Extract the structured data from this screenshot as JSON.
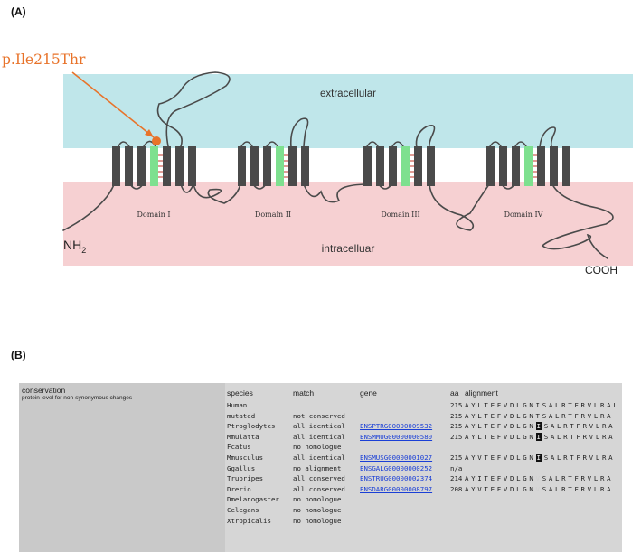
{
  "panels": {
    "a_label": "(A)",
    "b_label": "(B)"
  },
  "diagram": {
    "mutation_label": "p.Ile215Thr",
    "extracellular_label": "extracellular",
    "intracellular_label": "intracelluar",
    "n_terminus": "NH",
    "n_terminus_sub": "2",
    "c_terminus": "COOH",
    "domains": [
      "Domain I",
      "Domain II",
      "Domain III",
      "Domain IV"
    ],
    "colors": {
      "extracellular": "#bfe6ea",
      "intracellular": "#f6d0d2",
      "segment": "#4a4a4a",
      "pore": "#7ee08f",
      "mutation": "#e8732a"
    }
  },
  "table": {
    "conservation_title": "conservation",
    "conservation_subtitle": "protein level for non-synonymous changes",
    "headers": {
      "species": "species",
      "match": "match",
      "gene": "gene",
      "aa": "aa",
      "alignment": "alignment"
    },
    "rows": [
      {
        "species": "Human",
        "match": "",
        "gene": "",
        "pos": "215",
        "seq": "AYLTEFVDLGNISALRTFRVLRAL",
        "hl": -1,
        "dim": -1,
        "na": ""
      },
      {
        "species": "mutated",
        "match": "not conserved",
        "gene": "",
        "pos": "215",
        "seq": "AYLTEFVDLGNTSALRTFRVLRA",
        "hl": -1,
        "dim": -1,
        "na": ""
      },
      {
        "species": "Ptroglodytes",
        "match": "all identical",
        "gene": "ENSPTRG00000009532",
        "pos": "215",
        "seq": "AYLTEFVDLGNISALRTFRVLRA",
        "hl": 11,
        "dim": -1,
        "na": ""
      },
      {
        "species": "Mmulatta",
        "match": "all identical",
        "gene": "ENSMMUG00000000580",
        "pos": "215",
        "seq": "AYLTEFVDLGNISALRTFRVLRA",
        "hl": 11,
        "dim": -1,
        "na": ""
      },
      {
        "species": "Fcatus",
        "match": "no homologue",
        "gene": "",
        "pos": "",
        "seq": "",
        "hl": -1,
        "dim": -1,
        "na": ""
      },
      {
        "species": "Mmusculus",
        "match": "all identical",
        "gene": "ENSMUSG00000001027",
        "pos": "215",
        "seq": "AYVTEFVDLGNISALRTFRVLRA",
        "hl": 11,
        "dim": -1,
        "na": ""
      },
      {
        "species": "Ggallus",
        "match": "no alignment",
        "gene": "ENSGALG00000000252",
        "pos": "",
        "seq": "",
        "hl": -1,
        "dim": -1,
        "na": "n/a"
      },
      {
        "species": "Trubripes",
        "match": "all conserved",
        "gene": "ENSTRUG00000002374",
        "pos": "214",
        "seq": "AYITEFVDLGNVSALRTFRVLRA",
        "hl": -1,
        "dim": 11,
        "na": ""
      },
      {
        "species": "Drerio",
        "match": "all conserved",
        "gene": "ENSDARG00000008797",
        "pos": "208",
        "seq": "AYVTEFVDLGNVSALRTFRVLRA",
        "hl": -1,
        "dim": 11,
        "na": ""
      },
      {
        "species": "Dmelanogaster",
        "match": "no homologue",
        "gene": "",
        "pos": "",
        "seq": "",
        "hl": -1,
        "dim": -1,
        "na": ""
      },
      {
        "species": "Celegans",
        "match": "no homologue",
        "gene": "",
        "pos": "",
        "seq": "",
        "hl": -1,
        "dim": -1,
        "na": ""
      },
      {
        "species": "Xtropicalis",
        "match": "no homologue",
        "gene": "",
        "pos": "",
        "seq": "",
        "hl": -1,
        "dim": -1,
        "na": ""
      }
    ]
  }
}
